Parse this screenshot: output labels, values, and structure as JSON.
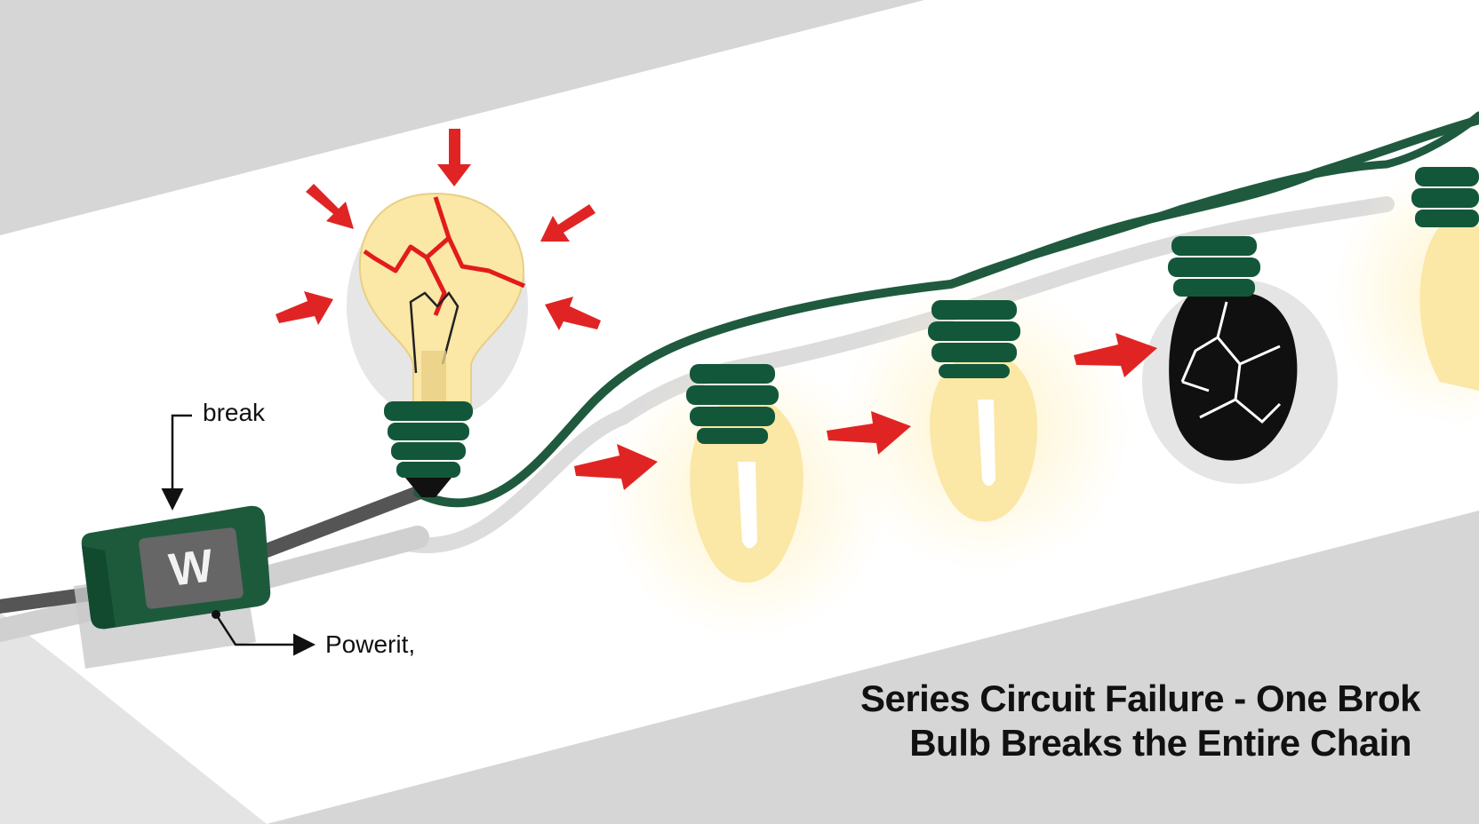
{
  "colors": {
    "background_band": "#d6d6d6",
    "background_center": "#ffffff",
    "wire": "#1f5a3e",
    "socket": "#13573a",
    "bulb_glass": "#fbe7a6",
    "filament": "#ffffff",
    "stress_crack": "#e21b1b",
    "arrow": "#e02424",
    "broken_bulb": "#101010",
    "power_cord": "#555555",
    "plug_box": "#1d5a3c"
  },
  "icons": {
    "plug_letter": "W"
  },
  "labels": {
    "break": "break",
    "power": "Powerit,"
  },
  "caption": {
    "line1": "Series Circuit Failure - One Brok",
    "line2": "Bulb Breaks the Entire Chain"
  }
}
